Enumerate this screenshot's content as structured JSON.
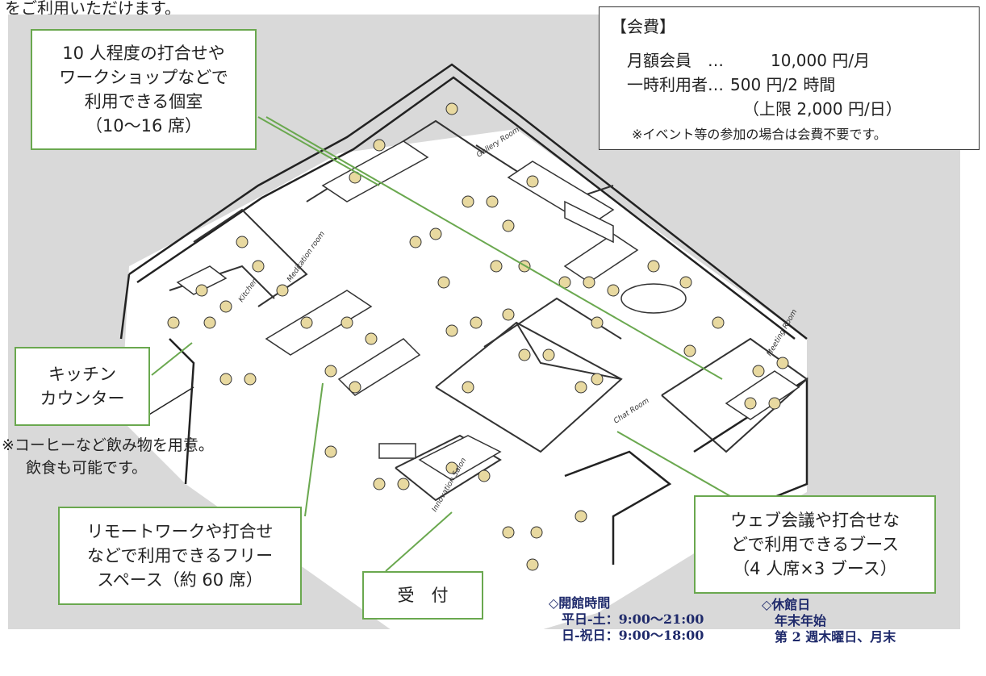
{
  "header_fragment": "をご利用いただけます。",
  "fees": {
    "title": "【会費】",
    "monthly_label": "月額会員　…",
    "monthly_value": "10,000 円/月",
    "temp_label": "一時利用者…",
    "temp_value": "500 円/2 時間",
    "temp_cap": "（上限 2,000 円/日）",
    "note": "※イベント等の参加の場合は会費不要です。"
  },
  "callouts": {
    "private_room": [
      "10 人程度の打合せや",
      "ワークショップなどで",
      "利用できる個室",
      "（10～16 席）"
    ],
    "kitchen": [
      "キッチン",
      "カウンター"
    ],
    "free_space": [
      "リモートワークや打合せ",
      "などで利用できるフリー",
      "スペース（約 60 席）"
    ],
    "reception": [
      "受　付"
    ],
    "booth": [
      "ウェブ会議や打合せな",
      "どで利用できるブース",
      "（4 人席×3 ブース）"
    ]
  },
  "kitchen_note": [
    "※コーヒーなど飲み物を用意。",
    "飲食も可能です。"
  ],
  "room_signs": [
    "Gallery Room",
    "Meditation room",
    "Kitchen",
    "Meeting Room",
    "Chat Room",
    "Innovation Salon"
  ],
  "hours": {
    "title": "◇開館時間",
    "weekday": "平日-土：9:00～21:00",
    "holiday": "日-祝日：9:00～18:00"
  },
  "closed": {
    "title": "◇休館日",
    "line1": "年末年始",
    "line2": "第 2 週木曜日、月末"
  },
  "colors": {
    "accent_green": "#6aa84f",
    "hours_navy": "#1f2a6b",
    "figure_fill": "#e8d9a0"
  }
}
